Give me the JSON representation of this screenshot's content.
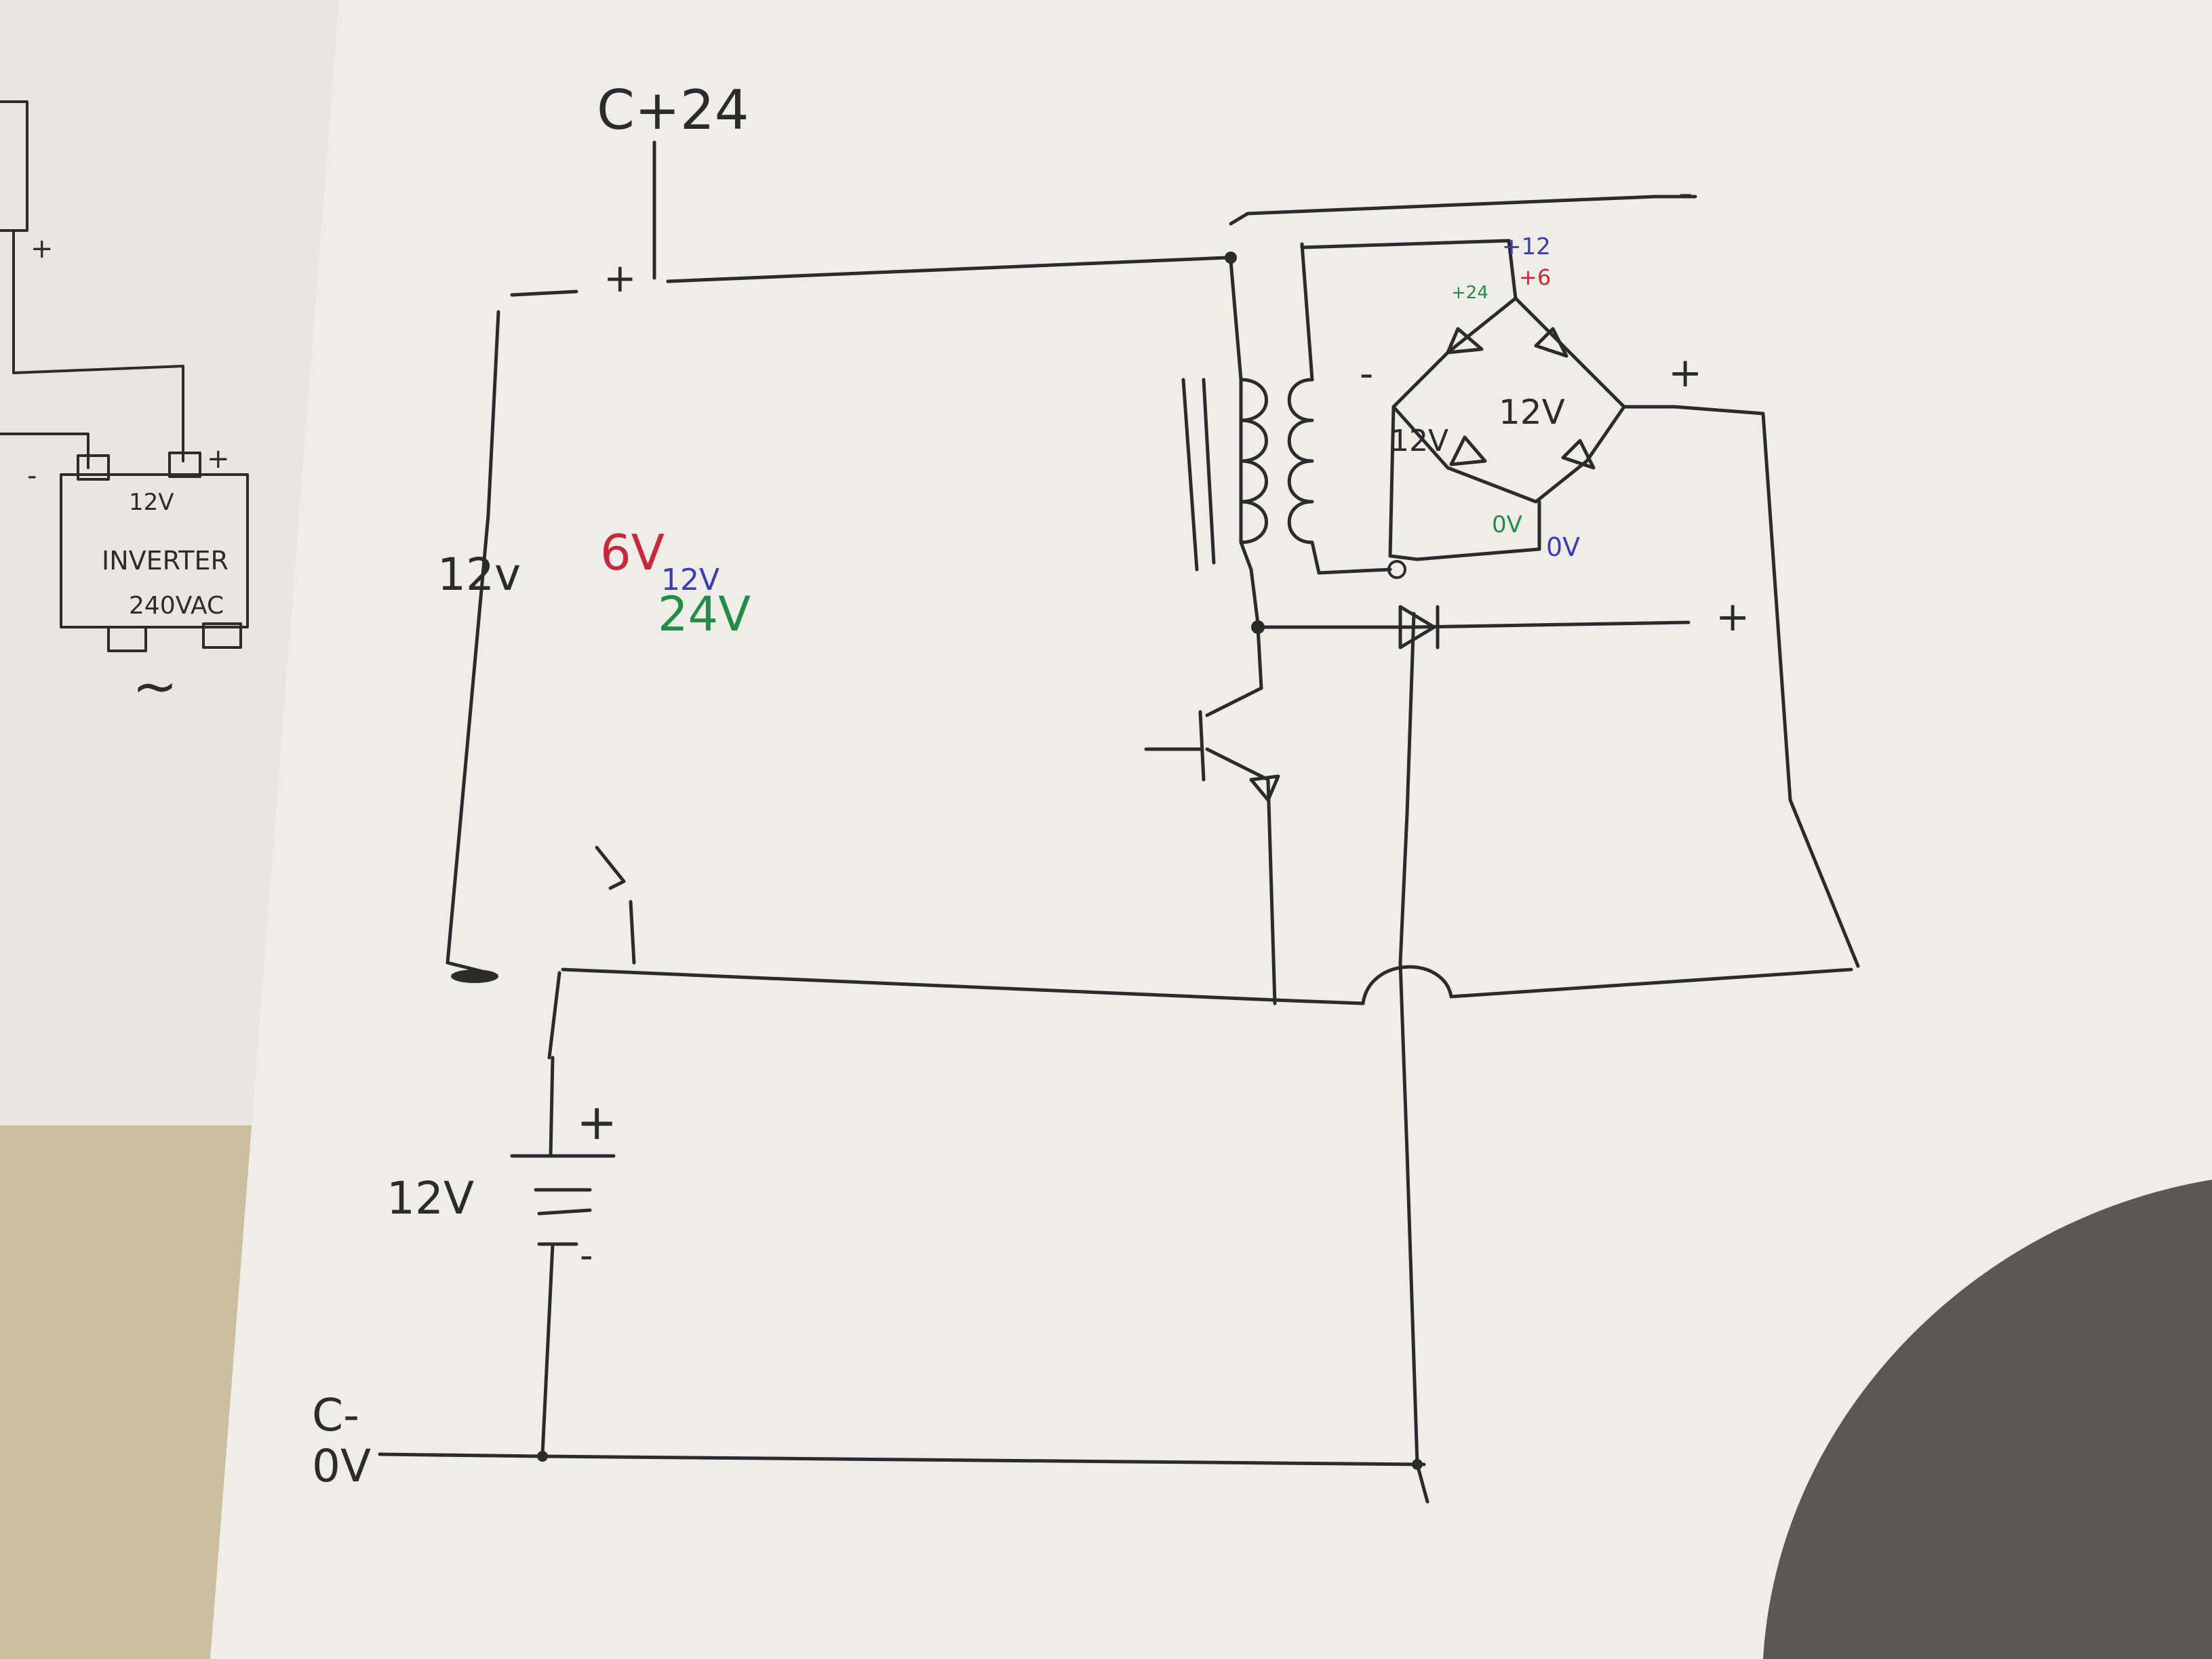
{
  "labels": {
    "top_supply": "C+24",
    "left_rail": "12v",
    "battery_voltage": "12V",
    "battery_plus": "+",
    "battery_minus": "-",
    "ground": "C-\n0V",
    "ground_line1": "C-",
    "ground_line2": "0V",
    "top_plus": "+",
    "top_right_minus": "-",
    "bridge_plus_right": "+",
    "bridge_minus_left": "-",
    "bridge_12v_center": "12V",
    "bridge_12v_left": "12V",
    "bridge_top_blue": "+12",
    "bridge_top_red": "+6",
    "bridge_top_green": "+24",
    "bridge_bottom_green": "0V",
    "bridge_bottom_blue": "0V",
    "diode_out_plus": "+",
    "voltages_red": "6V",
    "voltages_blue": "12V",
    "voltages_green": "24V"
  },
  "inverter": {
    "input": "12V",
    "title": "INVERTER",
    "output": "240VAC",
    "minus": "-",
    "plus": "+",
    "ac_symbol": "~"
  },
  "colors": {
    "paper": "#efede8",
    "ink": "#2b2b2b",
    "red_ink": "#c8283c",
    "blue_ink": "#3c3cb4",
    "green_ink": "#238c46"
  }
}
